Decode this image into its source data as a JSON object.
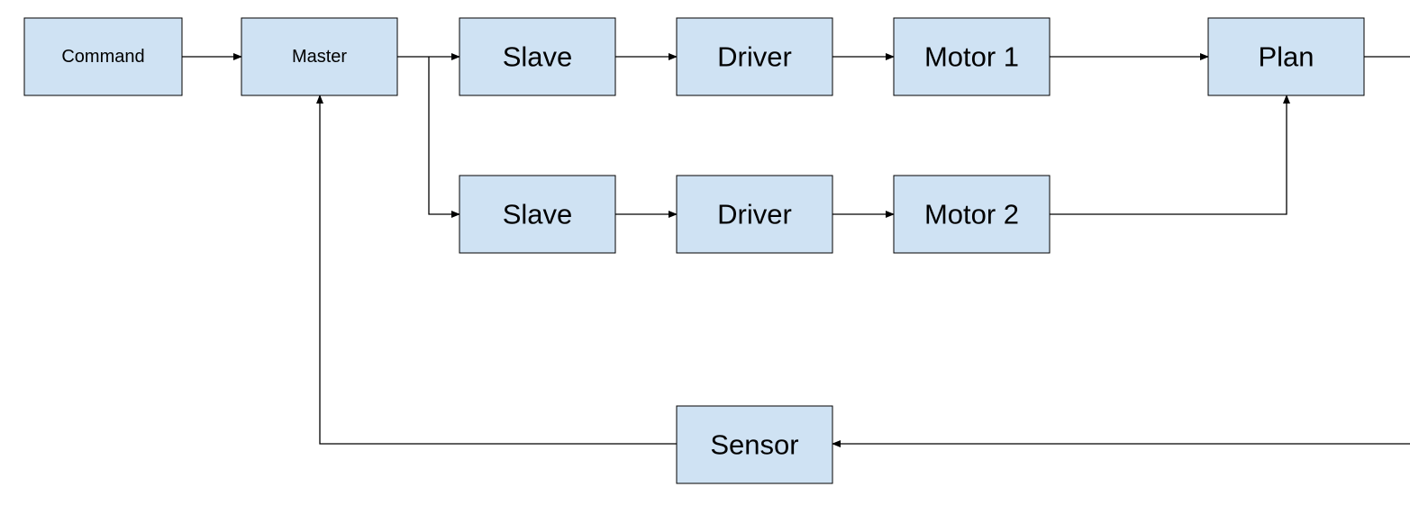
{
  "nodes": {
    "command": "Command",
    "master": "Master",
    "slave_1": "Slave",
    "driver_1": "Driver",
    "motor_1": "Motor 1",
    "plan": "Plan",
    "slave_2": "Slave",
    "driver_2": "Driver",
    "motor_2": "Motor 2",
    "sensor": "Sensor"
  },
  "colors": {
    "node_fill": "#cfe2f3",
    "node_stroke": "#000000",
    "edge": "#000000"
  },
  "edges": [
    {
      "from": "command",
      "to": "master"
    },
    {
      "from": "master",
      "to": "slave_1"
    },
    {
      "from": "master",
      "to": "slave_2"
    },
    {
      "from": "slave_1",
      "to": "driver_1"
    },
    {
      "from": "driver_1",
      "to": "motor_1"
    },
    {
      "from": "motor_1",
      "to": "plan"
    },
    {
      "from": "slave_2",
      "to": "driver_2"
    },
    {
      "from": "driver_2",
      "to": "motor_2"
    },
    {
      "from": "motor_2",
      "to": "plan"
    },
    {
      "from": "plan",
      "to": "sensor"
    },
    {
      "from": "sensor",
      "to": "master"
    }
  ]
}
